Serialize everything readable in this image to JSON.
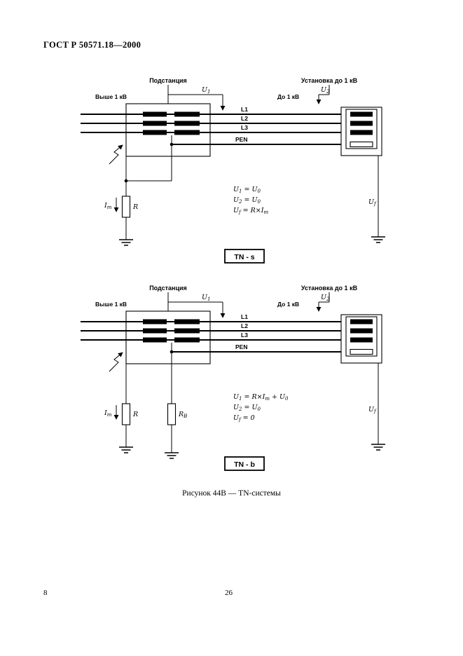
{
  "doc": {
    "header": "ГОСТ Р 50571.18—2000",
    "caption": "Рисунок 44В — TN-системы",
    "page_num_left": "8",
    "page_num_center": "26"
  },
  "d1": {
    "substation": "Подстанция",
    "installation": "Установка до 1 кВ",
    "hv": "Выше 1 кВ",
    "lv": "До 1 кВ",
    "u1": {
      "b": "U",
      "s": "1"
    },
    "u2": {
      "b": "U",
      "s": "2"
    },
    "lines": [
      "L1",
      "L2",
      "L3",
      "PEN"
    ],
    "im": {
      "b": "I",
      "s": "m"
    },
    "r": "R",
    "uf": {
      "b": "U",
      "s": "f"
    },
    "f1": {
      "l": "U",
      "ls": "1",
      "m": " = ",
      "r": "U",
      "rs": "0",
      "t": "",
      "ts": ""
    },
    "f2": {
      "l": "U",
      "ls": "2",
      "m": " = ",
      "r": "U",
      "rs": "0",
      "t": "",
      "ts": ""
    },
    "f3": {
      "l": "U",
      "ls": "f",
      "m": " = ",
      "r": "R×I",
      "rs": "m",
      "t": "",
      "ts": ""
    },
    "system": "TN - s"
  },
  "d2": {
    "substation": "Подстанция",
    "installation": "Установка до 1 кВ",
    "hv": "Выше 1 кВ",
    "lv": "До 1 кВ",
    "u1": {
      "b": "U",
      "s": "1"
    },
    "u2": {
      "b": "U",
      "s": "2"
    },
    "lines": [
      "L1",
      "L2",
      "L3",
      "PEN"
    ],
    "im": {
      "b": "I",
      "s": "m"
    },
    "r": "R",
    "rb": {
      "b": "R",
      "s": "B"
    },
    "uf": {
      "b": "U",
      "s": "f"
    },
    "f1": {
      "l": "U",
      "ls": "1",
      "m": " = ",
      "r": "R×I",
      "rs": "m",
      "t": " + U",
      "ts": "0"
    },
    "f2": {
      "l": "U",
      "ls": "2",
      "m": " = ",
      "r": "U",
      "rs": "0",
      "t": "",
      "ts": ""
    },
    "f3": {
      "l": "U",
      "ls": "f",
      "m": " = 0",
      "r": "",
      "rs": "",
      "t": "",
      "ts": ""
    },
    "system": "TN - b"
  }
}
